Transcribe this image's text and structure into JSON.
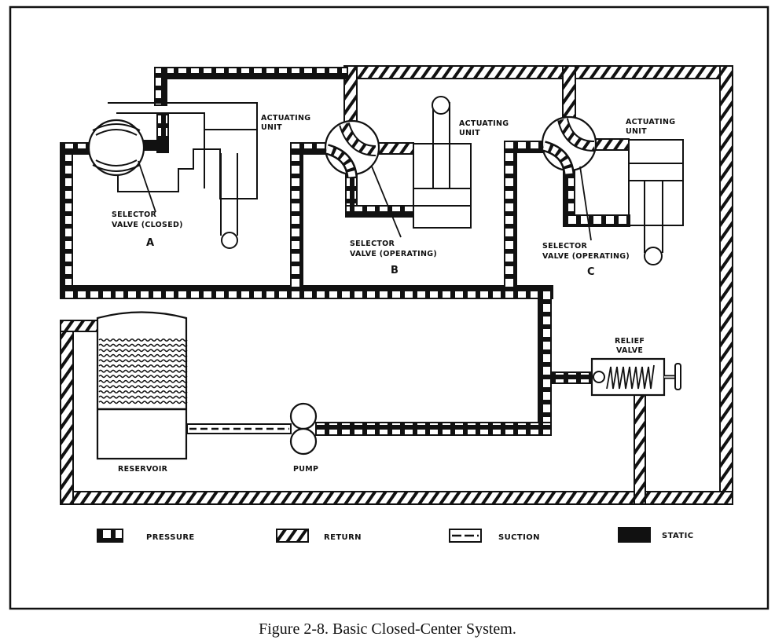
{
  "figure": {
    "caption": "Figure 2-8.  Basic Closed-Center System."
  },
  "components": {
    "unit_a": {
      "actuating_unit_label_line1": "ACTUATING",
      "actuating_unit_label_line2": "UNIT",
      "valve_label_line1": "SELECTOR",
      "valve_label_line2": "VALVE (CLOSED)",
      "letter": "A"
    },
    "unit_b": {
      "actuating_unit_label_line1": "ACTUATING",
      "actuating_unit_label_line2": "UNIT",
      "valve_label_line1": "SELECTOR",
      "valve_label_line2": "VALVE (OPERATING)",
      "letter": "B"
    },
    "unit_c": {
      "actuating_unit_label_line1": "ACTUATING",
      "actuating_unit_label_line2": "UNIT",
      "valve_label_line1": "SELECTOR",
      "valve_label_line2": "VALVE (OPERATING)",
      "letter": "C"
    },
    "relief_valve": {
      "label_line1": "RELIEF",
      "label_line2": "VALVE"
    },
    "reservoir": {
      "label": "RESERVOIR"
    },
    "pump": {
      "label": "PUMP"
    }
  },
  "legend": {
    "items": [
      {
        "key": "pressure",
        "label": "PRESSURE",
        "pattern": "open-squares"
      },
      {
        "key": "return",
        "label": "RETURN",
        "pattern": "diagonal-hatch"
      },
      {
        "key": "suction",
        "label": "SUCTION",
        "pattern": "dashed-center"
      },
      {
        "key": "static",
        "label": "STATIC",
        "pattern": "solid-black"
      }
    ]
  },
  "colors": {
    "ink": "#111111",
    "paper": "#ffffff"
  }
}
